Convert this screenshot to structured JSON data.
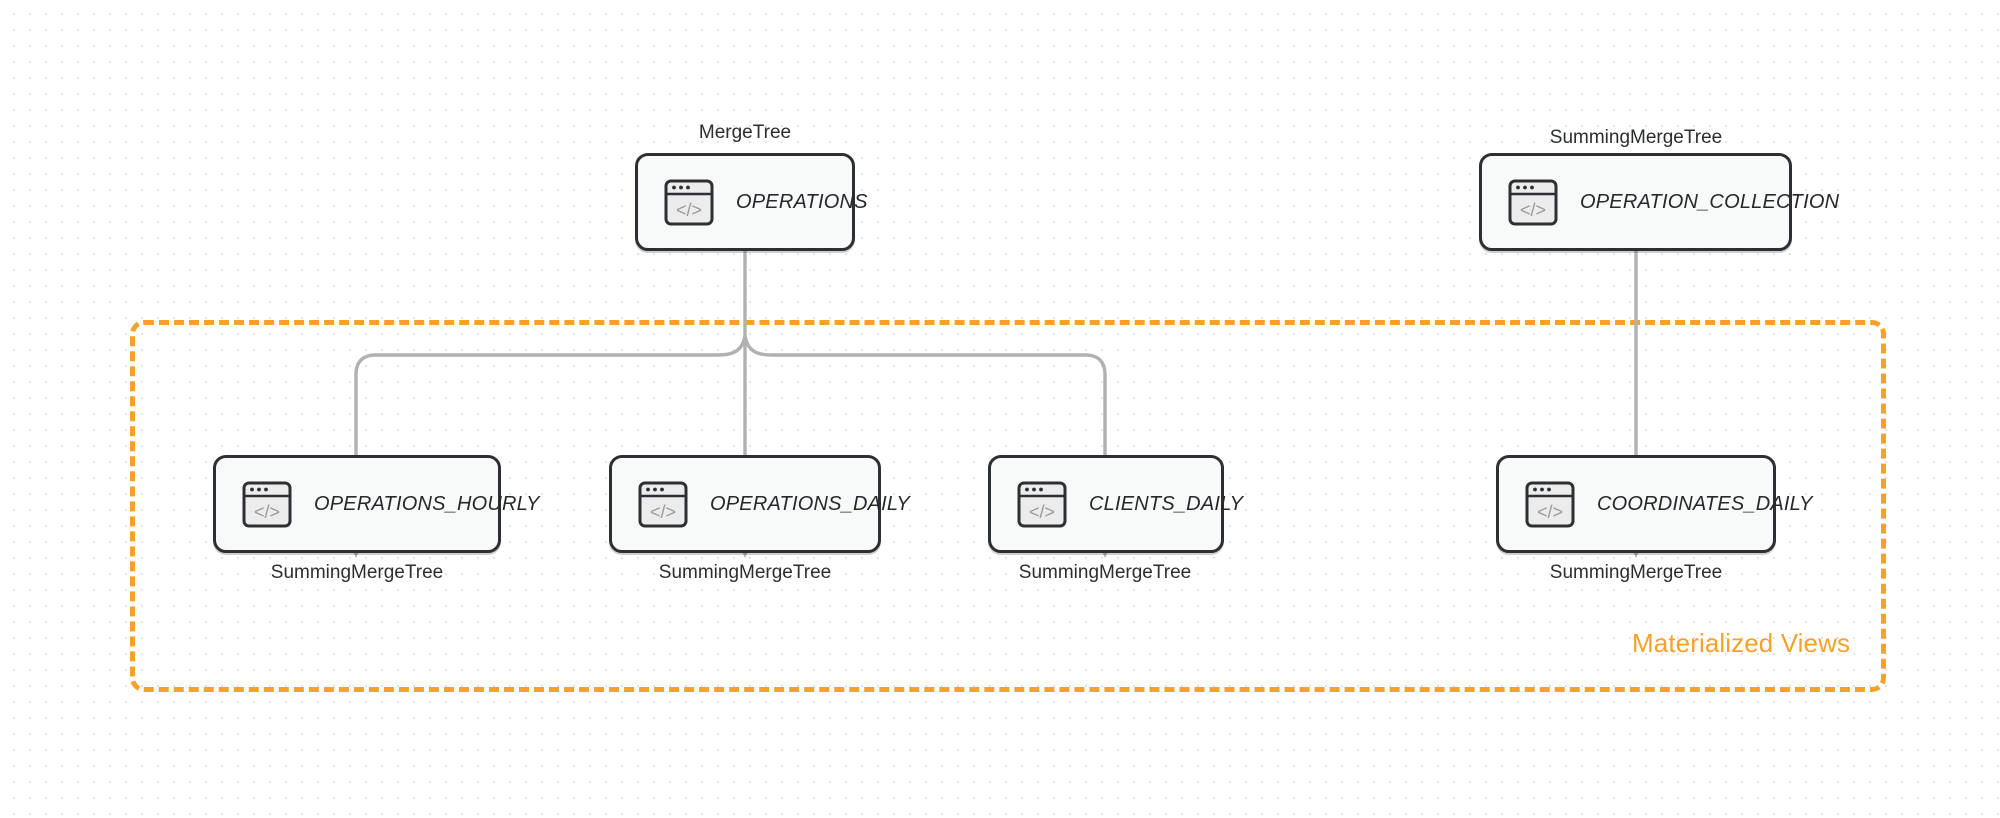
{
  "diagram": {
    "title": "Materialized Views lineage",
    "background": "#ffffff",
    "grid_dot_color": "#e3e3e3",
    "edge_color": "#b1b1b1",
    "node_border_color": "#2c2f33",
    "node_fill_color": "#f8f9f9",
    "accent_color": "#f6a22a"
  },
  "group": {
    "label": "Materialized Views",
    "border_style": "dashed",
    "color": "#f6a22a"
  },
  "sources": [
    {
      "id": "operations",
      "name": "OPERATIONS",
      "engine": "MergeTree",
      "icon": "code-window-icon"
    },
    {
      "id": "operation_collection",
      "name": "OPERATION_COLLECTION",
      "engine": "SummingMergeTree",
      "icon": "code-window-icon"
    }
  ],
  "views": [
    {
      "id": "operations_hourly",
      "name": "OPERATIONS_HOURLY",
      "engine": "SummingMergeTree",
      "icon": "code-window-icon"
    },
    {
      "id": "operations_daily",
      "name": "OPERATIONS_DAILY",
      "engine": "SummingMergeTree",
      "icon": "code-window-icon"
    },
    {
      "id": "clients_daily",
      "name": "CLIENTS_DAILY",
      "engine": "SummingMergeTree",
      "icon": "code-window-icon"
    },
    {
      "id": "coordinates_daily",
      "name": "COORDINATES_DAILY",
      "engine": "SummingMergeTree",
      "icon": "code-window-icon"
    }
  ],
  "edges": [
    {
      "from": "operations",
      "to": "operations_hourly"
    },
    {
      "from": "operations",
      "to": "operations_daily"
    },
    {
      "from": "operations",
      "to": "clients_daily"
    },
    {
      "from": "operation_collection",
      "to": "coordinates_daily"
    }
  ]
}
